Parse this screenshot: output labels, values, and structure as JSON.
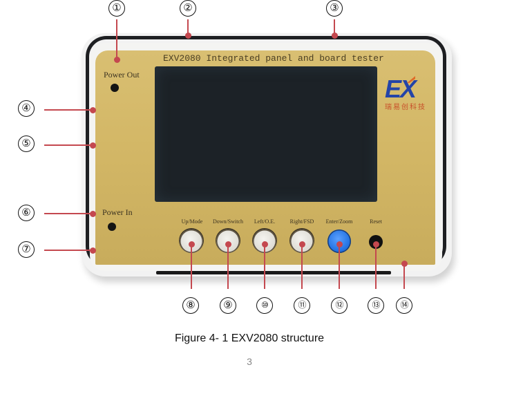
{
  "device": {
    "title": "EXV2080 Integrated panel and board tester",
    "power_out_label": "Power Out",
    "power_in_label": "Power In",
    "logo_text_e": "E",
    "logo_text_x": "X",
    "logo_chinese": "瑞易创科技",
    "buttons": [
      {
        "label": "Up/Mode",
        "color": "#dcdad3"
      },
      {
        "label": "Down/Switch",
        "color": "#dcdad3"
      },
      {
        "label": "Left/O.E.",
        "color": "#dcdad3"
      },
      {
        "label": "Right/FSD",
        "color": "#dcdad3"
      },
      {
        "label": "Enter/Zoom",
        "color": "#2070e0"
      },
      {
        "label": "Reset",
        "color": "#111111"
      }
    ],
    "panel_color": "#d3b766",
    "screen_color": "#1c2227"
  },
  "callouts": [
    "①",
    "②",
    "③",
    "④",
    "⑤",
    "⑥",
    "⑦",
    "⑧",
    "⑨",
    "⑩",
    "⑪",
    "⑫",
    "⑬",
    "⑭"
  ],
  "leader_color": "#c4484f",
  "caption": "Figure 4- 1 EXV2080 structure",
  "page_number": "3"
}
